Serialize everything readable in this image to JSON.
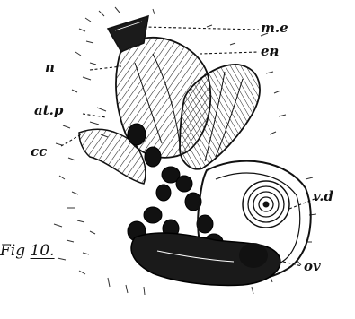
{
  "figure": {
    "caption_prefix": "Fig",
    "caption_number": "10."
  },
  "labels": {
    "me": "m.e",
    "en": "en",
    "n": "n",
    "atp": "at.p",
    "cc": "cc",
    "vd": "v.d",
    "ov": "ov"
  }
}
